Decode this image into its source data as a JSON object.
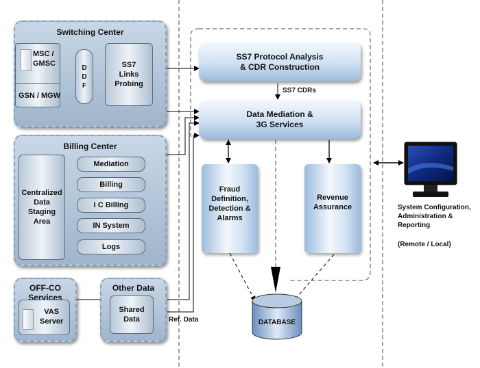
{
  "switching_center": {
    "title": "Switching Center",
    "msc_label": "MSC /\nGMSC",
    "gsn_label": "GSN / MGW",
    "ddf_label": "D\nD\nF",
    "ss7_label": "SS7\nLinks\nProbing"
  },
  "billing_center": {
    "title": "Billing Center",
    "staging_label": "Centralized\nData\nStaging\nArea",
    "items": [
      "Mediation",
      "Billing",
      "I C Billing",
      "IN System",
      "Logs"
    ]
  },
  "offco": {
    "title": "OFF-CO Services",
    "vas_label": "VAS\nServer"
  },
  "other_data": {
    "title": "Other Data",
    "shared_label": "Shared\nData"
  },
  "main": {
    "ss7_analysis": "SS7 Protocol Analysis\n& CDR Construction",
    "ss7_cdrs": "SS7 CDRs",
    "data_mediation": "Data Mediation &\n3G Services",
    "fraud": "Fraud\nDefinition,\nDetection &\nAlarms",
    "revenue": "Revenue\nAssurance",
    "database": "DATABASE",
    "ref_data": "Ref. Data"
  },
  "system_config": {
    "label": "System Configuration,\nAdministration &\nReporting",
    "mode": "(Remote / Local)"
  }
}
